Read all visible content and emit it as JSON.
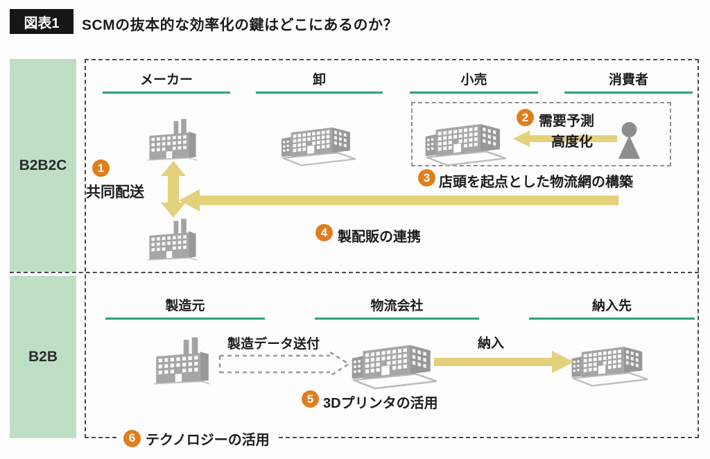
{
  "header": {
    "badge": "図表1",
    "title": "SCMの抜本的な効率化の鍵はどこにあるのか？"
  },
  "b2b2c": {
    "label": "B2B2C",
    "columns": [
      "メーカー",
      "卸",
      "小売",
      "消費者"
    ],
    "ann1": {
      "num": "1",
      "text": "共同配送"
    },
    "ann2": {
      "num": "2",
      "line1": "需要予測",
      "line2": "高度化"
    },
    "ann3": {
      "num": "3",
      "text": "店頭を起点とした物流網の構築"
    },
    "ann4": {
      "num": "4",
      "text": "製配販の連携"
    }
  },
  "b2b": {
    "label": "B2B",
    "columns": [
      "製造元",
      "物流会社",
      "納入先"
    ],
    "arrow_labels": {
      "data_send": "製造データ送付",
      "delivery": "納入"
    },
    "ann5": {
      "num": "5",
      "text": "3Dプリンタの活用"
    },
    "ann6": {
      "num": "6",
      "text": "テクノロジーの活用"
    }
  },
  "icons": {
    "factory": "factory-icon",
    "building": "office-building-icon",
    "person": "consumer-person-icon"
  },
  "colors": {
    "badge_black": "#161616",
    "band_green": "#bedfc6",
    "underline_teal": "#2f9e78",
    "circle_orange": "#e07d1d",
    "arrow_yellow": "#e3d17b",
    "icon_gray": "#a6a6a6"
  }
}
